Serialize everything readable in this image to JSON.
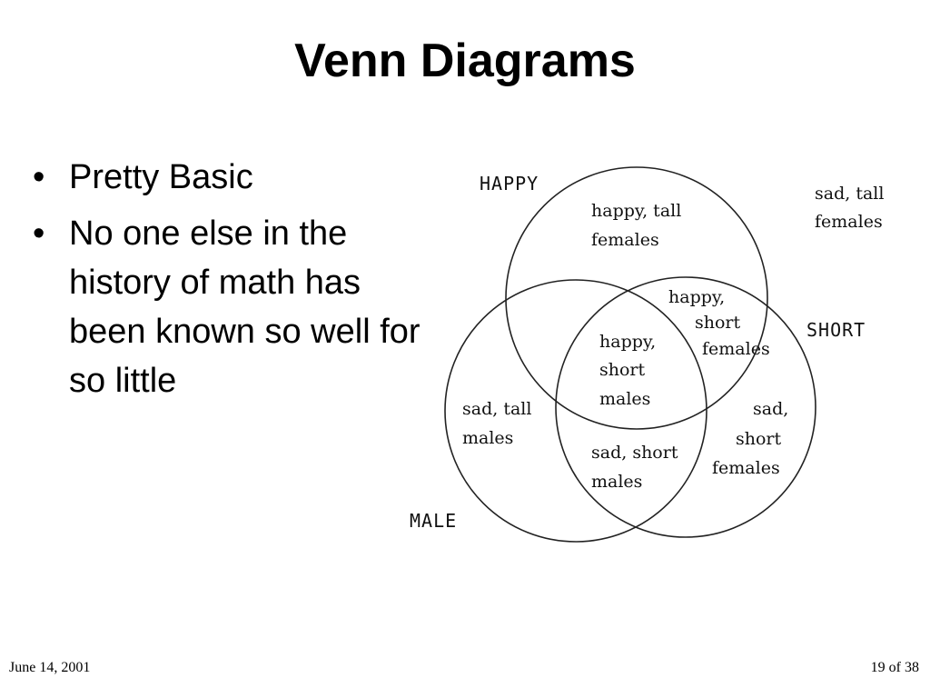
{
  "slide": {
    "title": "Venn Diagrams",
    "bullets": [
      "Pretty Basic",
      "No one else in the history of math has been known so well for so little"
    ],
    "bullet_marker": "•"
  },
  "venn": {
    "sets": {
      "happy": "HAPPY",
      "short": "SHORT",
      "male": "MALE"
    },
    "regions": {
      "outside": [
        "sad, tall",
        "females"
      ],
      "happy_only": [
        "happy, tall",
        "females"
      ],
      "happy_short": [
        "happy,",
        "short",
        "females"
      ],
      "happy_short_male": [
        "happy,",
        "short",
        "males"
      ],
      "male_only": [
        "sad, tall",
        "males"
      ],
      "short_male": [
        "sad, short",
        "males"
      ],
      "short_only": [
        "sad,",
        "short",
        "females"
      ]
    },
    "line_color": "#222222"
  },
  "footer": {
    "date": "June 14, 2001",
    "page": "19 of 38"
  }
}
